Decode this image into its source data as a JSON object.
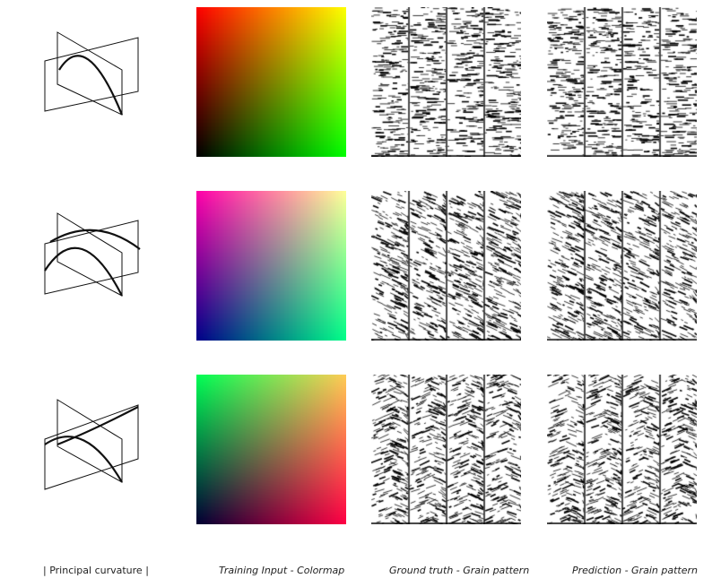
{
  "captions": {
    "col1": "| Principal curvature |",
    "col2": "Training Input - Colormap",
    "col3": "Ground truth - Grain pattern",
    "col4": "Prediction - Grain pattern"
  },
  "colors": {
    "row0": {
      "tl": "#ff0000",
      "tr": "#ffff00",
      "bl": "#000000",
      "br": "#00ff00"
    },
    "row1": {
      "tl": "#ff00aa",
      "tr": "#ffff99",
      "bl": "#000088",
      "br": "#00ff88"
    },
    "row2": {
      "tl": "#00ff55",
      "tr": "#ffcc55",
      "bl": "#000033",
      "br": "#ff0044"
    }
  }
}
